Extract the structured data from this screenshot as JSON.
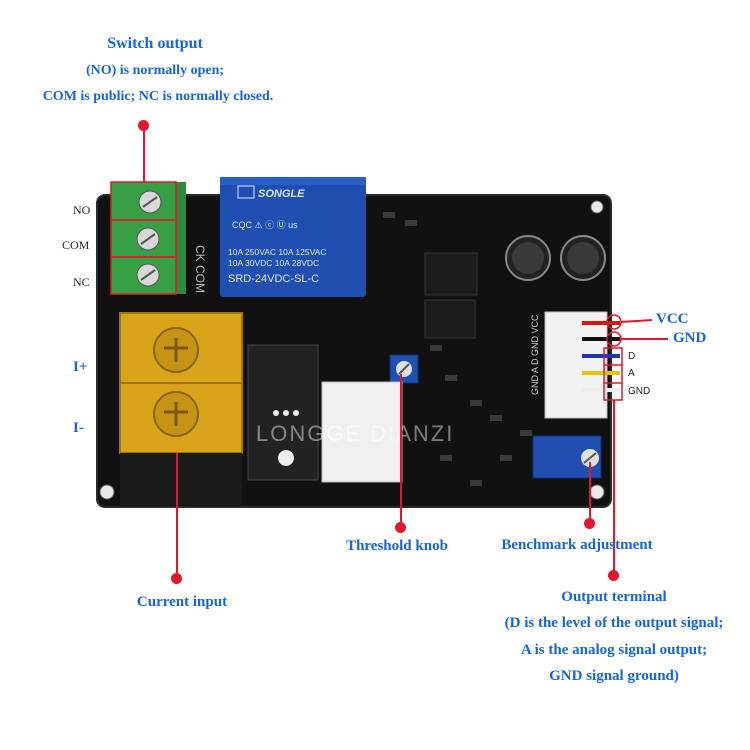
{
  "switch_output": {
    "title": "Switch output",
    "line1": "(NO) is normally open;",
    "line2": "COM is public; NC is normally closed."
  },
  "terminals": {
    "no": "NO",
    "com": "COM",
    "nc": "NC"
  },
  "current_terminals": {
    "plus": "I+",
    "minus": "I-"
  },
  "power": {
    "vcc": "VCC",
    "gnd": "GND"
  },
  "signal_pins": {
    "d": "D",
    "a": "A",
    "gnd": "GND"
  },
  "labels": {
    "threshold_knob": "Threshold knob",
    "benchmark_adjustment": "Benchmark adjustment",
    "current_input": "Current input"
  },
  "output_terminal": {
    "title": "Output terminal",
    "line1": "(D is the level of the output signal;",
    "line2": "A is the analog signal output;",
    "line3": "GND signal ground)"
  },
  "relay": {
    "brand": "SONGLE",
    "rating1": "10A 250VAC 10A 125VAC",
    "rating2": "10A  30VDC 10A  28VDC",
    "model": "SRD-24VDC-SL-C"
  },
  "watermark": "LONGGE DIANZI",
  "colors": {
    "annotation": "#1565d8",
    "marker": "#e0182b",
    "pcb": "#111111",
    "relay": "#1f4fb0",
    "terminal": "#2e8b3a",
    "current_block": "#d9a41a"
  }
}
